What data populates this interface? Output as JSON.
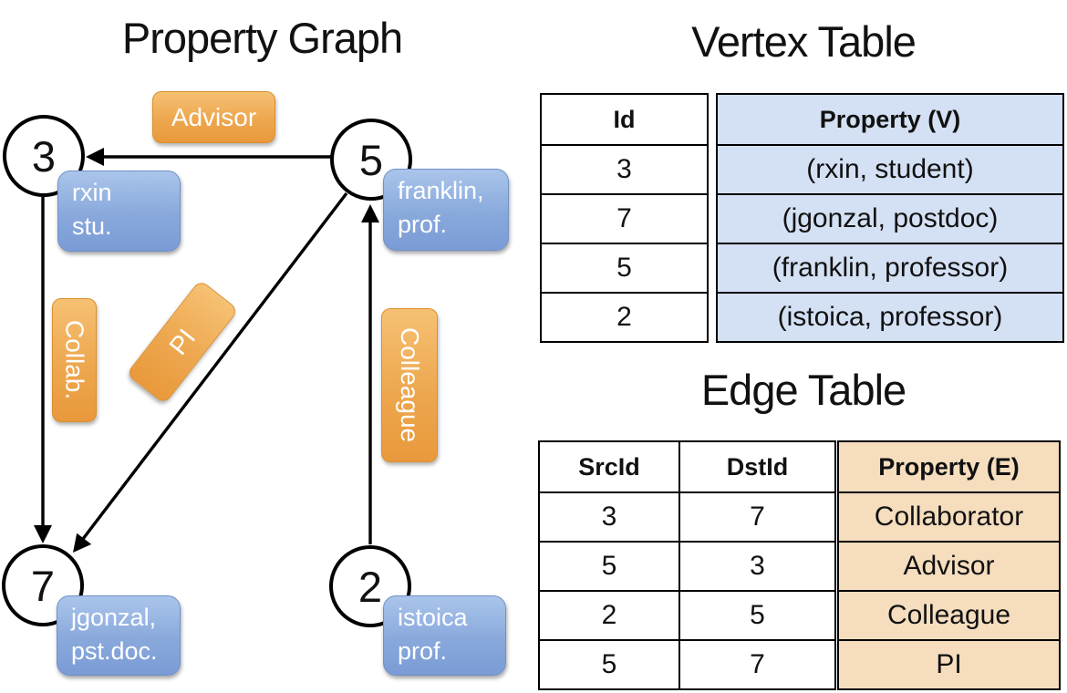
{
  "graph": {
    "title": "Property Graph",
    "nodes": [
      {
        "id": "3",
        "label_lines": [
          "rxin",
          "stu."
        ]
      },
      {
        "id": "5",
        "label_lines": [
          "franklin,",
          "prof."
        ]
      },
      {
        "id": "7",
        "label_lines": [
          "jgonzal,",
          "pst.doc."
        ]
      },
      {
        "id": "2",
        "label_lines": [
          "istoica",
          "prof."
        ]
      }
    ],
    "edge_labels": {
      "advisor": "Advisor",
      "collab": "Collab.",
      "pi": "PI",
      "colleague": "Colleague"
    }
  },
  "vertex_table": {
    "title": "Vertex Table",
    "columns": [
      "Id",
      "Property (V)"
    ],
    "rows": [
      [
        "3",
        "(rxin, student)"
      ],
      [
        "7",
        "(jgonzal, postdoc)"
      ],
      [
        "5",
        "(franklin, professor)"
      ],
      [
        "2",
        "(istoica, professor)"
      ]
    ]
  },
  "edge_table": {
    "title": "Edge Table",
    "columns": [
      "SrcId",
      "DstId",
      "Property (E)"
    ],
    "rows": [
      [
        "3",
        "7",
        "Collaborator"
      ],
      [
        "5",
        "3",
        "Advisor"
      ],
      [
        "2",
        "5",
        "Colleague"
      ],
      [
        "5",
        "7",
        "PI"
      ]
    ]
  },
  "colors": {
    "edge_label_orange": "#e9993b",
    "vertex_label_blue": "#7a9bd5",
    "vertex_table_fill": "#d4e0f3",
    "edge_table_fill": "#f5ddbe",
    "line_black": "#000000"
  }
}
